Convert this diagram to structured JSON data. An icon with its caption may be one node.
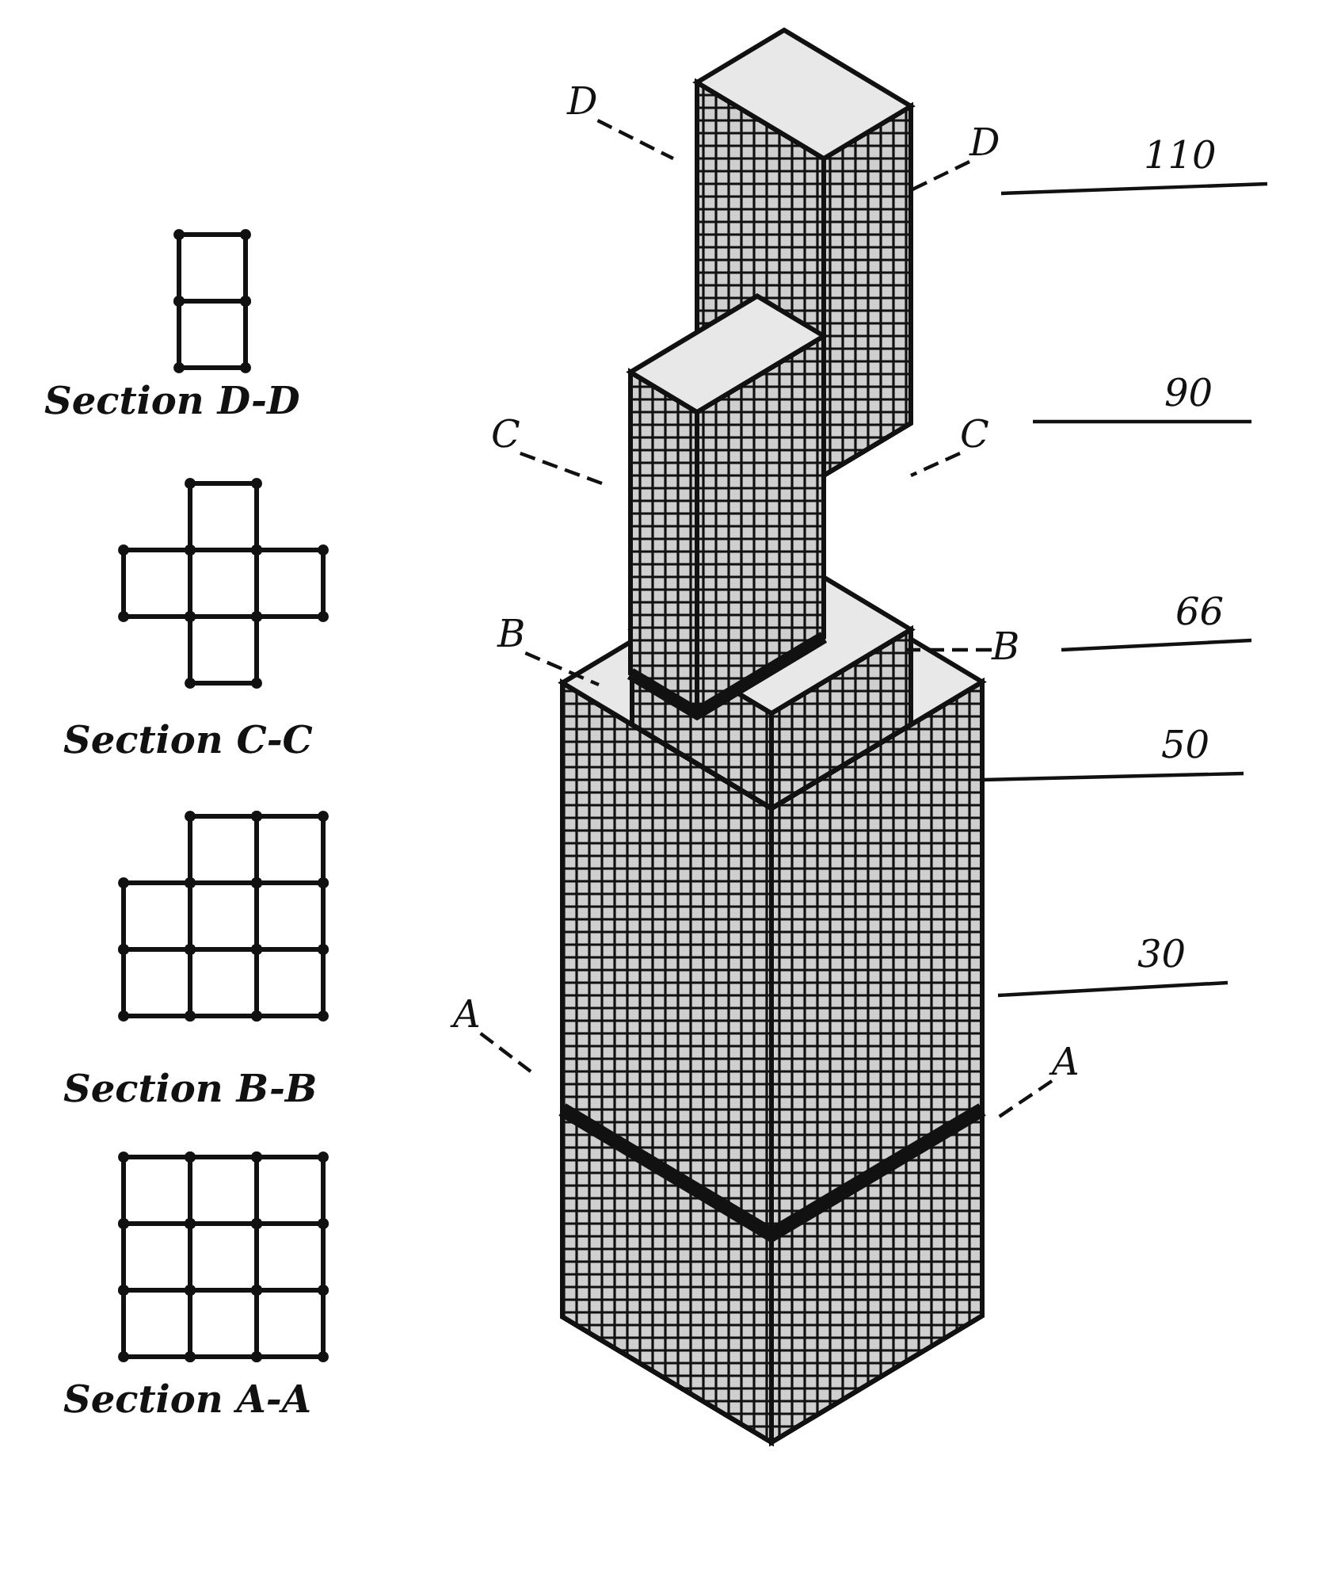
{
  "diagram": {
    "nodes": [
      {
        "text": [
          "D"
        ]
      },
      {
        "text": [
          "D"
        ]
      },
      {
        "text": [
          "110"
        ]
      },
      {
        "text": [
          "C"
        ]
      },
      {
        "text": [
          "C"
        ]
      },
      {
        "text": [
          "90"
        ]
      },
      {
        "text": [
          "B"
        ]
      },
      {
        "text": [
          "B"
        ]
      },
      {
        "text": [
          "66"
        ]
      },
      {
        "text": [
          "50"
        ]
      },
      {
        "text": [
          "30"
        ]
      },
      {
        "text": [
          "A"
        ]
      },
      {
        "text": [
          "A"
        ]
      }
    ],
    "edges": [
      {
        "from": 0,
        "to": null,
        "arrow": "none",
        "style": "dashed"
      },
      {
        "from": 1,
        "to": null,
        "arrow": "none",
        "style": "dashed"
      },
      {
        "from": 2,
        "to": null,
        "arrow": "none"
      },
      {
        "from": 3,
        "to": null,
        "arrow": "none",
        "style": "dashed"
      },
      {
        "from": 4,
        "to": null,
        "arrow": "none",
        "style": "dashed"
      },
      {
        "from": 5,
        "to": null,
        "arrow": "none"
      },
      {
        "from": 6,
        "to": null,
        "arrow": "none",
        "style": "dashed"
      },
      {
        "from": 7,
        "to": null,
        "arrow": "none",
        "style": "dashed"
      },
      {
        "from": 8,
        "to": null,
        "arrow": "none"
      },
      {
        "from": 9,
        "to": null,
        "arrow": "none"
      },
      {
        "from": 10,
        "to": null,
        "arrow": "none"
      },
      {
        "from": 11,
        "to": null,
        "arrow": "none",
        "style": "dashed"
      },
      {
        "from": 12,
        "to": null,
        "arrow": "none",
        "style": "dashed"
      }
    ],
    "labels": [
      "Section D-D",
      "Section C-C",
      "Section B-B",
      "Section A-A"
    ]
  }
}
